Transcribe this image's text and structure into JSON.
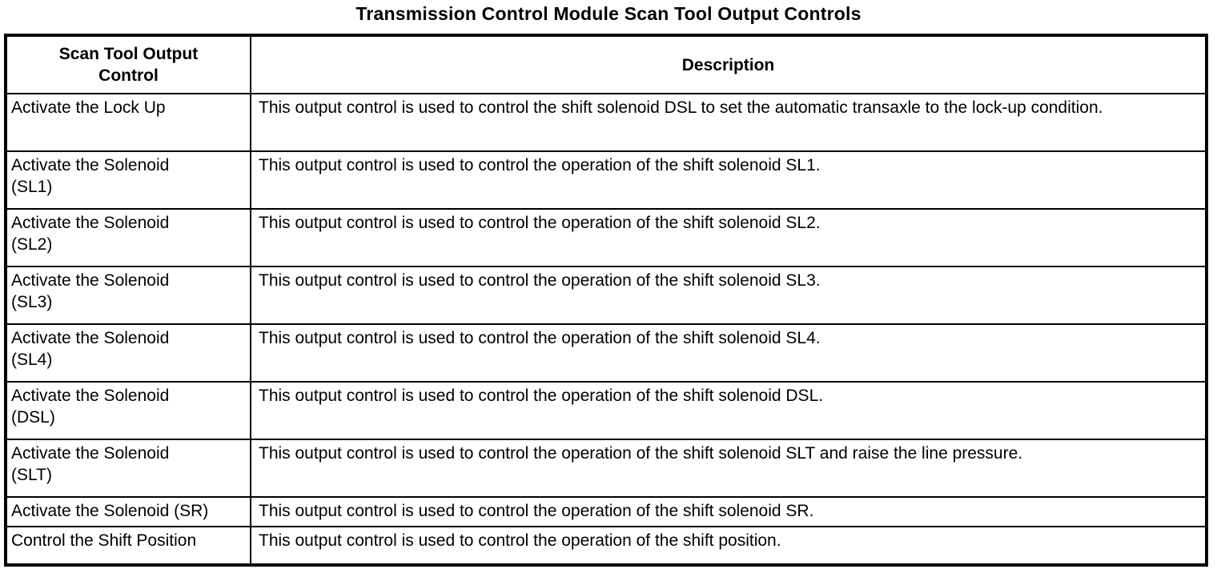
{
  "title": "Transmission Control Module Scan Tool Output Controls",
  "table": {
    "headers": {
      "control": "Scan Tool Output\nControl",
      "description": "Description"
    },
    "rows": [
      {
        "control": "Activate the Lock Up",
        "description": "This output control is used to control the shift solenoid DSL to set the automatic transaxle to the lock-up condition."
      },
      {
        "control": "Activate the Solenoid\n(SL1)",
        "description": "This output control is used to control the operation of the shift solenoid SL1."
      },
      {
        "control": "Activate the Solenoid\n(SL2)",
        "description": "This output control is used to control the operation of the shift solenoid SL2."
      },
      {
        "control": "Activate the Solenoid\n(SL3)",
        "description": "This output control is used to control the operation of the shift solenoid SL3."
      },
      {
        "control": "Activate the Solenoid\n(SL4)",
        "description": "This output control is used to control the operation of the shift solenoid SL4."
      },
      {
        "control": "Activate the Solenoid\n(DSL)",
        "description": "This output control is used to control the operation of the shift solenoid DSL."
      },
      {
        "control": "Activate the Solenoid\n(SLT)",
        "description": "This output control is used to control the operation of the shift solenoid SLT and raise the line pressure."
      },
      {
        "control": "Activate the Solenoid (SR)",
        "description": "This output control is used to control the operation of the shift solenoid SR."
      },
      {
        "control": "Control the Shift Position",
        "description": "This output control is used to control the operation of the shift position."
      }
    ]
  }
}
